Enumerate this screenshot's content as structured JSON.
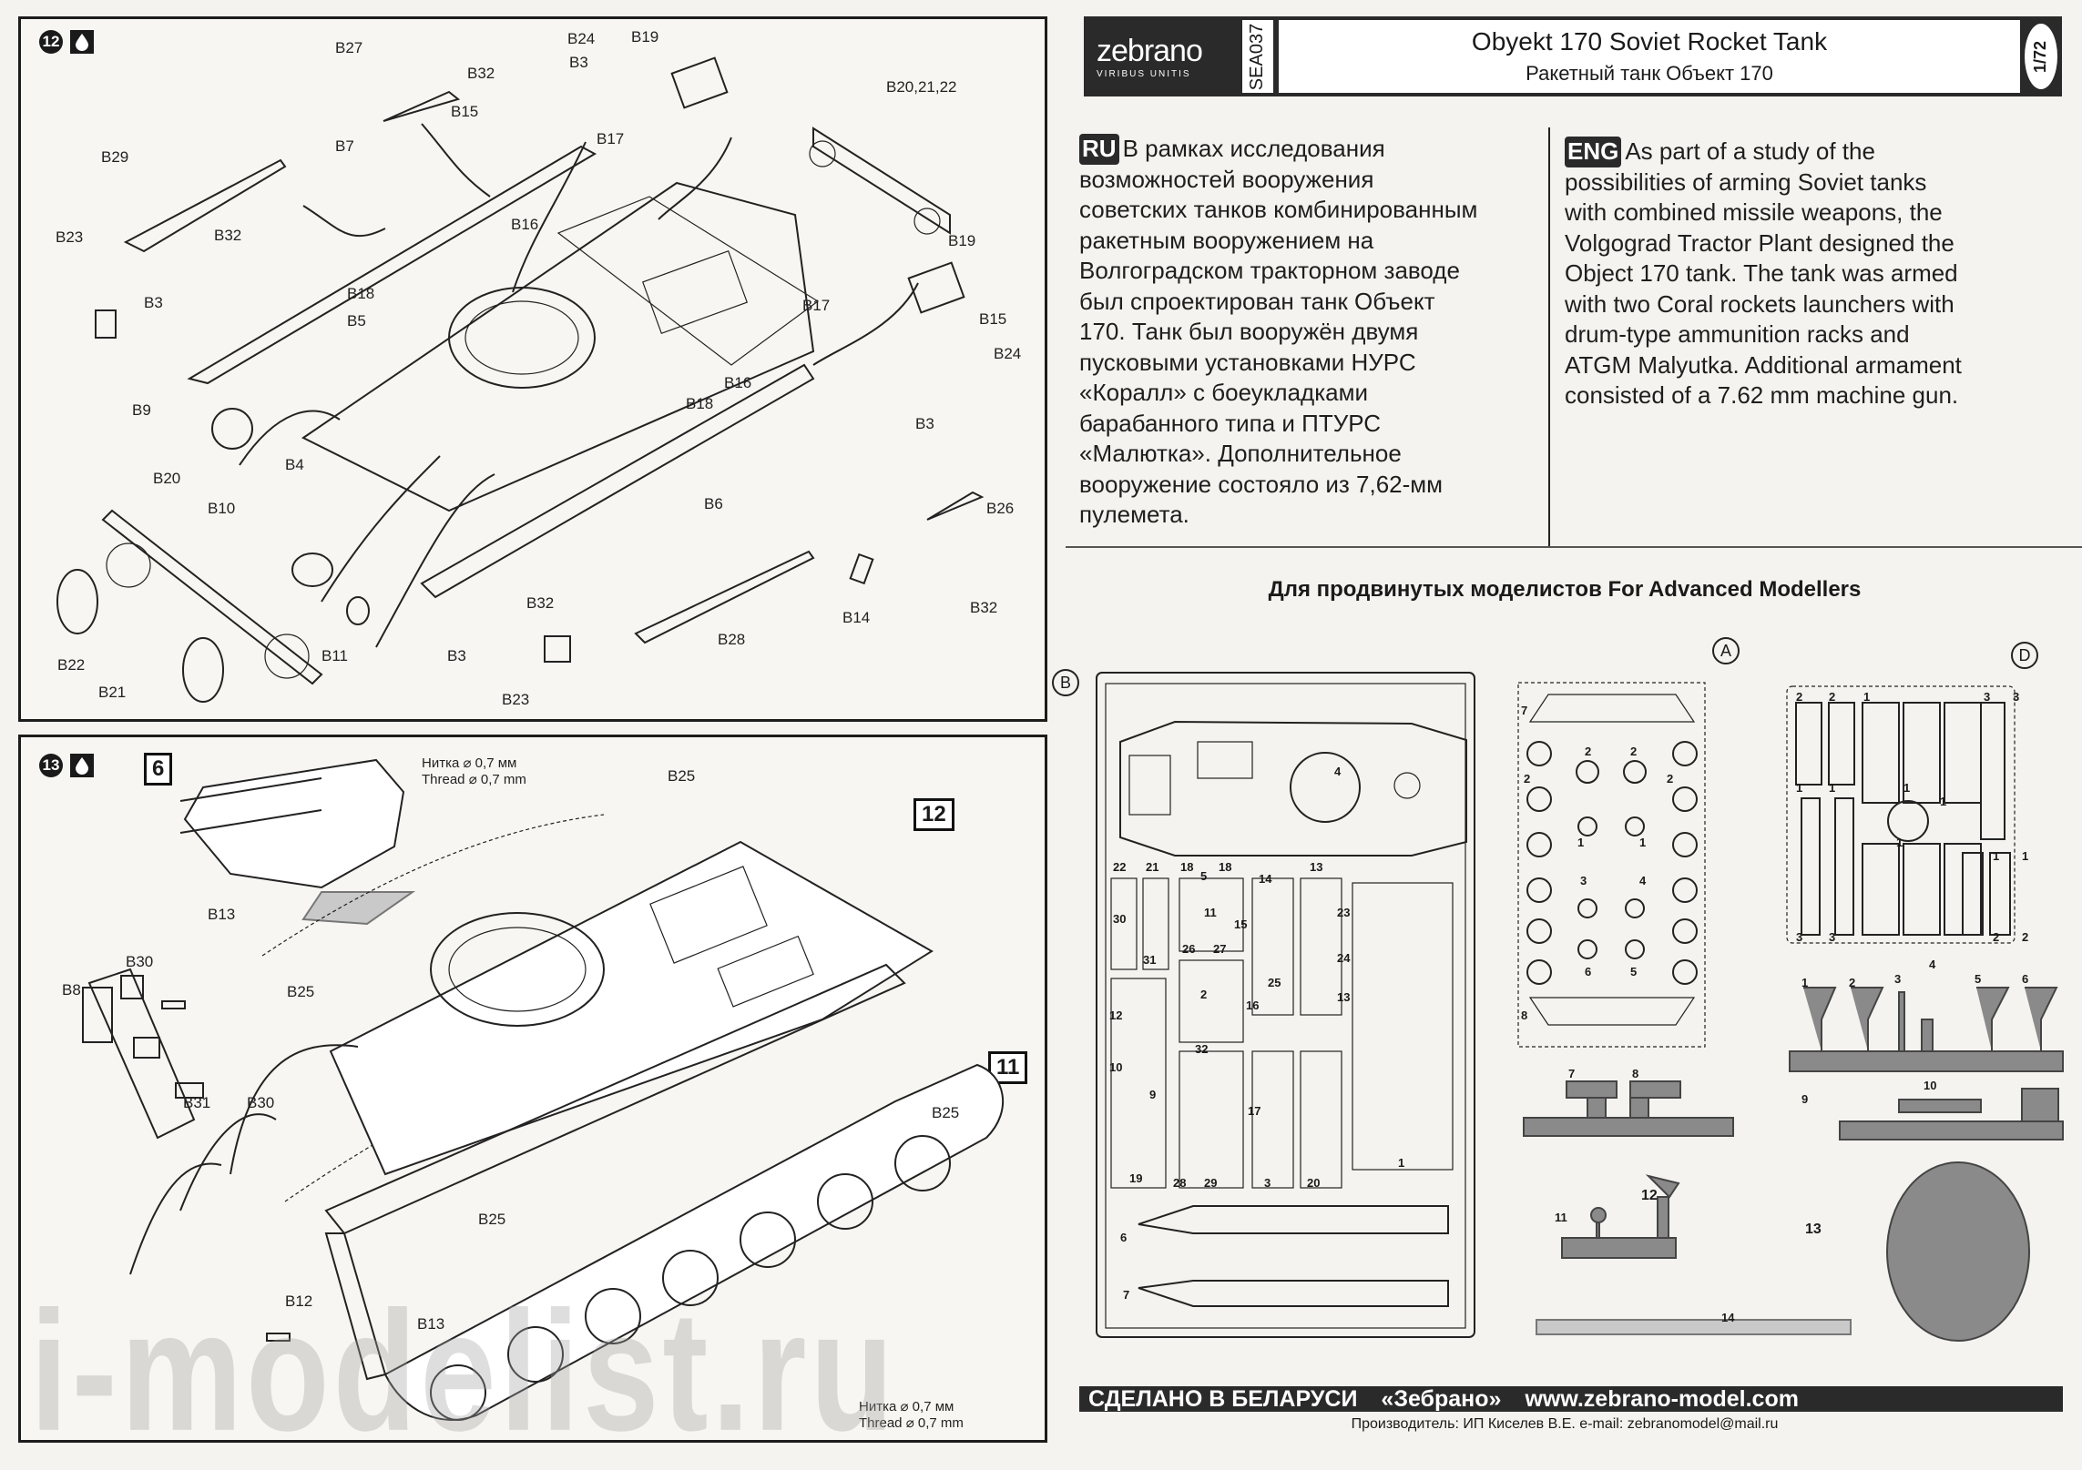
{
  "header": {
    "brand": "zebrano",
    "motto": "VIRIBUS UNITIS",
    "kit_code": "SEA037",
    "title_en": "Obyekt 170 Soviet Rocket Tank",
    "title_ru": "Ракетный танк Объект 170",
    "scale": "1/72"
  },
  "description": {
    "ru_tag": "RU",
    "ru_text": "В рамках исследования возможностей вооружения советских танков комбинированным ракетным вооружением на Волгоградском тракторном заводе был спроектирован танк Объект 170. Танк был вооружён двумя пусковыми установками НУРС «Коралл» с боеукладками барабанного типа и ПТУРС «Малютка». Дополнительное вооружение состояло из 7,62-мм пулемета.",
    "ru_lines": [
      "В рамках исследования",
      "возможностей вооружения",
      "советских танков комбинированным",
      "ракетным вооружением на",
      "Волгоградском тракторном заводе",
      "был спроектирован танк Объект",
      "170. Танк был вооружён двумя",
      "пусковыми установками НУРС",
      "«Коралл» с боеукладками",
      "барабанного типа и ПТУРС",
      "«Малютка». Дополнительное",
      "вооружение состояло из 7,62-мм",
      "пулемета."
    ],
    "en_tag": "ENG",
    "en_lines": [
      "As part of a study of the",
      "possibilities of arming Soviet tanks",
      "with combined missile weapons, the",
      "Volgograd Tractor Plant designed the",
      "Object 170 tank. The tank was armed",
      "with two Coral rockets  launchers with",
      "drum-type ammunition racks and",
      "ATGM Malyutka. Additional armament",
      "consisted of a 7.62 mm machine gun."
    ]
  },
  "step12": {
    "number": "12",
    "icon": "glue-drop-icon",
    "labels": [
      {
        "id": "B27",
        "text": "B27"
      },
      {
        "id": "B24a",
        "text": "B24"
      },
      {
        "id": "B19a",
        "text": "B19"
      },
      {
        "id": "B32a",
        "text": "B32"
      },
      {
        "id": "B3a",
        "text": "B3"
      },
      {
        "id": "B15a",
        "text": "B15"
      },
      {
        "id": "B20-22",
        "text": "B20,21,22"
      },
      {
        "id": "B29",
        "text": "B29"
      },
      {
        "id": "B7",
        "text": "B7"
      },
      {
        "id": "B17a",
        "text": "B17"
      },
      {
        "id": "B23a",
        "text": "B23"
      },
      {
        "id": "B32b",
        "text": "B32"
      },
      {
        "id": "B16a",
        "text": "B16"
      },
      {
        "id": "B19b",
        "text": "B19"
      },
      {
        "id": "B3b",
        "text": "B3"
      },
      {
        "id": "B18a",
        "text": "B18"
      },
      {
        "id": "B5",
        "text": "B5"
      },
      {
        "id": "B17b",
        "text": "B17"
      },
      {
        "id": "B15b",
        "text": "B15"
      },
      {
        "id": "B24b",
        "text": "B24"
      },
      {
        "id": "B16b",
        "text": "B16"
      },
      {
        "id": "B9",
        "text": "B9"
      },
      {
        "id": "B18b",
        "text": "B18"
      },
      {
        "id": "B3c",
        "text": "B3"
      },
      {
        "id": "B4",
        "text": "B4"
      },
      {
        "id": "B6",
        "text": "B6"
      },
      {
        "id": "B26",
        "text": "B26"
      },
      {
        "id": "B20",
        "text": "B20"
      },
      {
        "id": "B10",
        "text": "B10"
      },
      {
        "id": "B22",
        "text": "B22"
      },
      {
        "id": "B32c",
        "text": "B32"
      },
      {
        "id": "B32d",
        "text": "B32"
      },
      {
        "id": "B14",
        "text": "B14"
      },
      {
        "id": "B28",
        "text": "B28"
      },
      {
        "id": "B11",
        "text": "B11"
      },
      {
        "id": "B3d",
        "text": "B3"
      },
      {
        "id": "B21",
        "text": "B21"
      },
      {
        "id": "B23b",
        "text": "B23"
      }
    ]
  },
  "step13": {
    "number": "13",
    "icon": "glue-drop-icon",
    "ref_boxes": [
      "6",
      "12",
      "11"
    ],
    "thread_note_ru": "Нитка  ⌀ 0,7 мм",
    "thread_note_en": "Thread ⌀ 0,7 mm",
    "labels": [
      {
        "id": "B25a",
        "text": "B25"
      },
      {
        "id": "B13a",
        "text": "B13"
      },
      {
        "id": "B30a",
        "text": "B30"
      },
      {
        "id": "B8",
        "text": "B8"
      },
      {
        "id": "B25b",
        "text": "B25"
      },
      {
        "id": "B31",
        "text": "B31"
      },
      {
        "id": "B30b",
        "text": "B30"
      },
      {
        "id": "B25c",
        "text": "B25"
      },
      {
        "id": "B25d",
        "text": "B25"
      },
      {
        "id": "B12",
        "text": "B12"
      },
      {
        "id": "B13b",
        "text": "B13"
      }
    ]
  },
  "advanced": {
    "heading": "Для продвинутых моделистов For Advanced Modellers",
    "sprue_letters": [
      "B",
      "A",
      "D"
    ],
    "sprue_b_numbers": [
      "4",
      "22",
      "21",
      "18",
      "18",
      "5",
      "14",
      "13",
      "11",
      "15",
      "30",
      "23",
      "31",
      "26",
      "27",
      "24",
      "2",
      "25",
      "16",
      "13",
      "12",
      "32",
      "10",
      "9",
      "17",
      "19",
      "28",
      "29",
      "3",
      "20",
      "1",
      "6",
      "7"
    ],
    "sprue_a_numbers": [
      "7",
      "2",
      "2",
      "2",
      "2",
      "1",
      "1",
      "3",
      "4",
      "6",
      "5",
      "8"
    ],
    "sprue_d_numbers": [
      "2",
      "2",
      "1",
      "1",
      "1",
      "1",
      "1",
      "1",
      "3",
      "3",
      "3",
      "3",
      "1",
      "1",
      "2",
      "2"
    ],
    "resin_parts": [
      "1",
      "2",
      "3",
      "4",
      "5",
      "6",
      "7",
      "8",
      "9",
      "10",
      "11",
      "12",
      "13",
      "14"
    ]
  },
  "footer": {
    "made_in": "СДЕЛАНО В БЕЛАРУСИ",
    "brand_ru": "«Зебрано»",
    "website": "www.zebrano-model.com",
    "manufacturer": "Производитель: ИП Киселев В.Е. e-mail: zebranomodel@mail.ru"
  },
  "watermark": "i-modelist.ru"
}
